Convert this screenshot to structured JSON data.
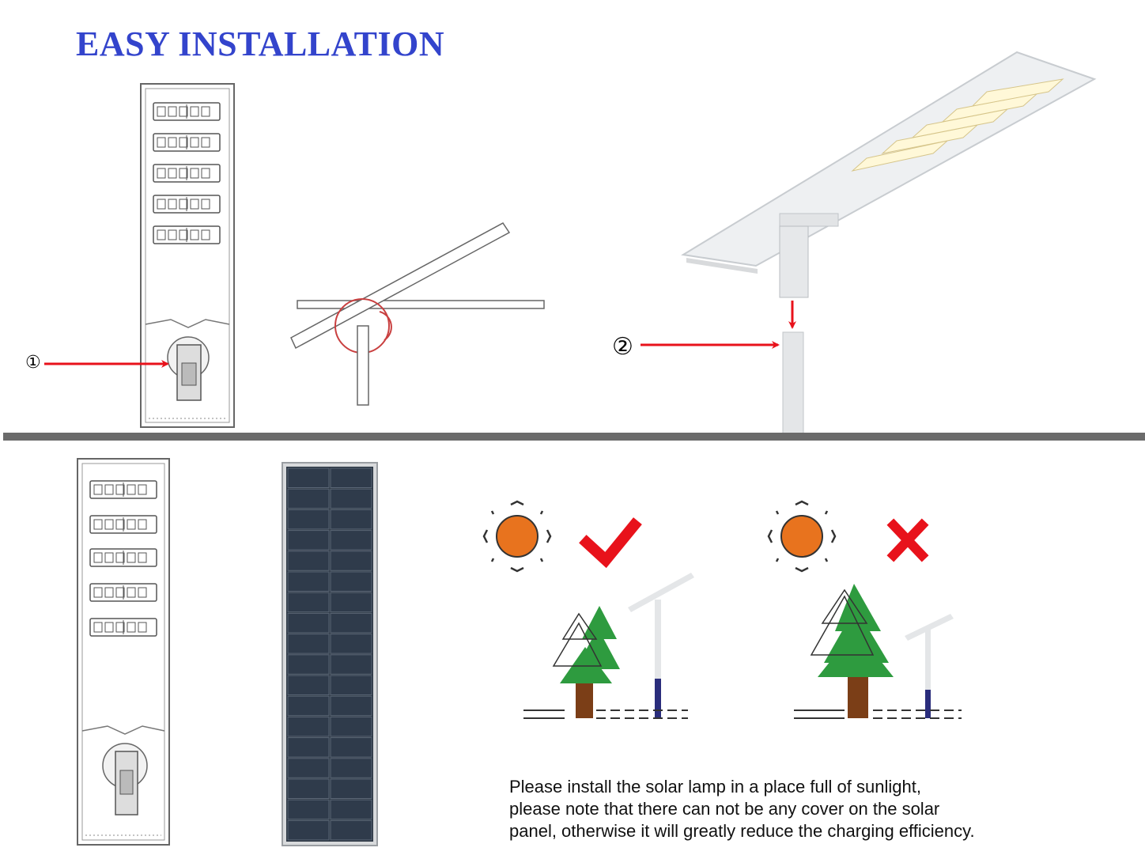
{
  "page": {
    "title": "EASY INSTALLATION",
    "accent_color": "#3344cc",
    "arrow_color": "#e8121b"
  },
  "steps": {
    "step1_marker": "①",
    "step2_marker": "②"
  },
  "illustrations": {
    "lamp_back_view": "lamp-back-icon",
    "angle_adjust_detail": "angle-adjust-icon",
    "pole_mount_view": "pole-mount-icon",
    "solar_panel_view": "solar-panel-icon"
  },
  "placement": {
    "correct": {
      "sun_icon": "sun-icon",
      "status_icon": "check-icon",
      "status_color": "#e8121b"
    },
    "wrong": {
      "sun_icon": "sun-icon",
      "status_icon": "cross-icon",
      "status_color": "#e8121b"
    },
    "tree_color": "#2e9b3f",
    "sun_color": "#e8731e"
  },
  "note": {
    "line1": "Please install the solar lamp in a place full of sunlight,",
    "line2": "please note that there can not be any cover on the solar",
    "line3": "panel, otherwise it will greatly reduce the charging efficiency."
  }
}
